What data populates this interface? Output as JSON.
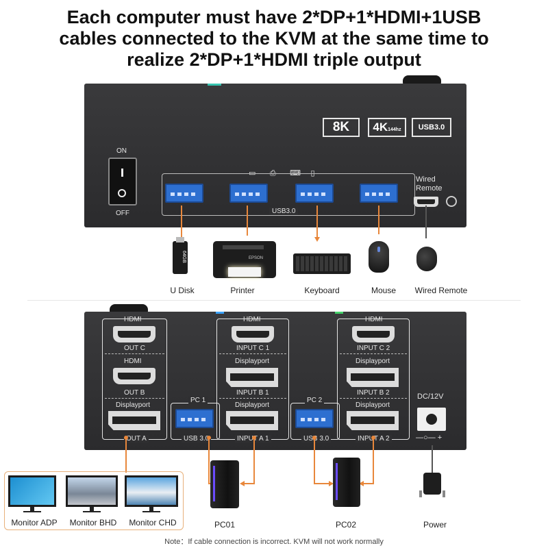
{
  "headline": {
    "line1": "Each computer must have 2*DP+1*HDMI+1USB",
    "line2": "cables connected to the KVM at the same time to",
    "line3": "realize 2*DP+1*HDMI triple output"
  },
  "top_panel": {
    "badges": [
      "8K",
      "4K",
      "144hz",
      "USB3.0"
    ],
    "switch_on": "ON",
    "switch_off": "OFF",
    "usb_label": "USB3.0",
    "wired_remote_label_1": "Wired",
    "wired_remote_label_2": "Remote"
  },
  "peripherals": {
    "udisk_capacity": "64GB",
    "printer_brand": "EPSON",
    "labels": [
      "U Disk",
      "Printer",
      "Keyboard",
      "Mouse",
      "Wired Remote"
    ]
  },
  "bottom_panel": {
    "hdmi": "HDMI",
    "displayport": "Displayport",
    "out_c": "OUT C",
    "out_b": "OUT B",
    "out_a": "OUT A",
    "input_c1": "INPUT C 1",
    "input_b1": "INPUT B 1",
    "input_a1": "INPUT A 1",
    "input_c2": "INPUT C 2",
    "input_b2": "INPUT B 2",
    "input_a2": "INPUT A 2",
    "pc1": "PC 1",
    "pc2": "PC 2",
    "usb30": "USB 3.0",
    "dc": "DC/12V"
  },
  "devices": {
    "monitor_a": "Monitor ADP",
    "monitor_b": "Monitor BHD",
    "monitor_c": "Monitor CHD",
    "pc01": "PC01",
    "pc02": "PC02",
    "power": "Power"
  },
  "note": "Note：If cable connection is incorrect. KVM will not work normally",
  "colors": {
    "accent": "#e8873b",
    "panel": "#333335",
    "usb": "#2d6fd0"
  }
}
